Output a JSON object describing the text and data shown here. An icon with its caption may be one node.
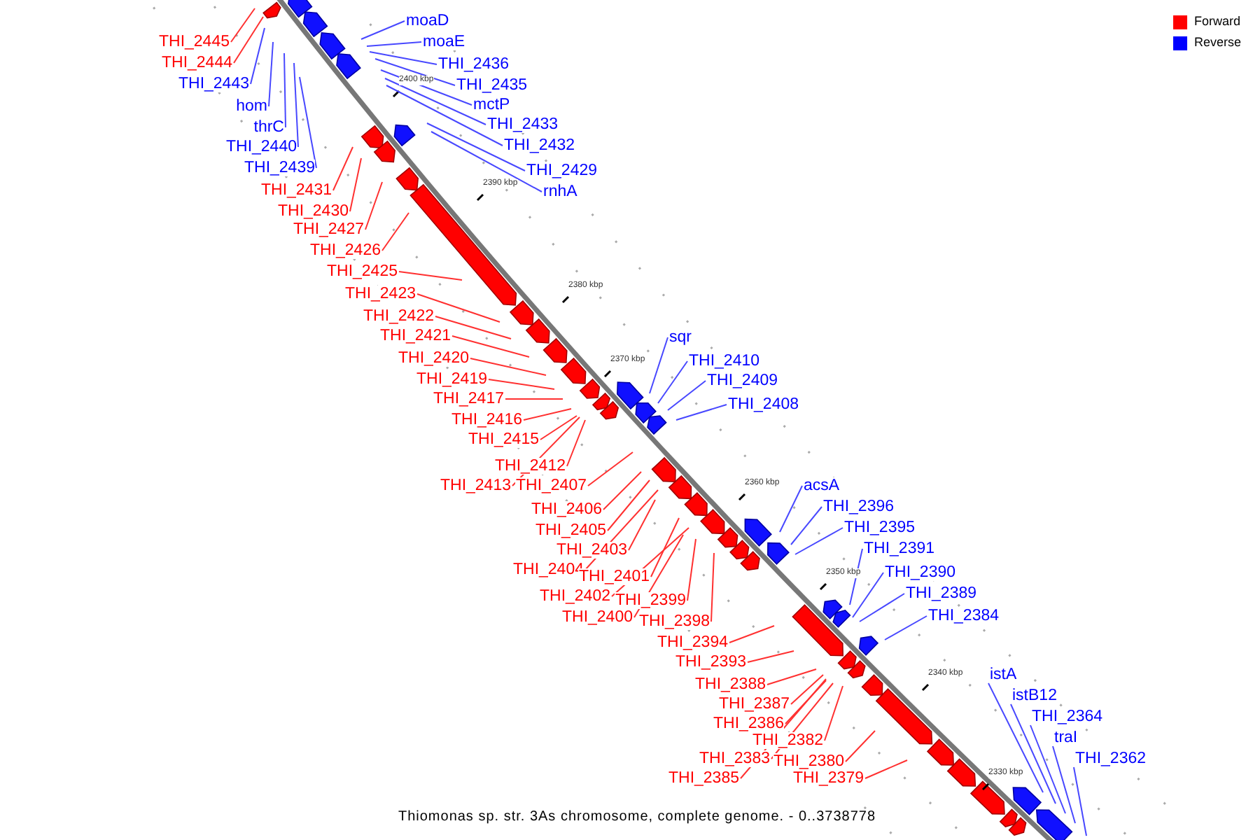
{
  "diagram": {
    "caption": "Thiomonas sp. str. 3As chromosome, complete genome. - 0..3738778",
    "nodes": [
      {
        "text": [
          "THI_2445"
        ]
      },
      {
        "text": [
          "THI_2444"
        ]
      },
      {
        "text": [
          "THI_2443"
        ]
      },
      {
        "text": [
          "hom"
        ]
      },
      {
        "text": [
          "thrC"
        ]
      },
      {
        "text": [
          "THI_2440"
        ]
      },
      {
        "text": [
          "THI_2439"
        ]
      },
      {
        "text": [
          "THI_2431"
        ]
      },
      {
        "text": [
          "THI_2430"
        ]
      },
      {
        "text": [
          "THI_2427"
        ]
      },
      {
        "text": [
          "THI_2426"
        ]
      },
      {
        "text": [
          "THI_2425"
        ]
      },
      {
        "text": [
          "THI_2423"
        ]
      },
      {
        "text": [
          "THI_2422"
        ]
      },
      {
        "text": [
          "THI_2421"
        ]
      },
      {
        "text": [
          "THI_2420"
        ]
      },
      {
        "text": [
          "THI_2419"
        ]
      },
      {
        "text": [
          "THI_2417"
        ]
      },
      {
        "text": [
          "THI_2416"
        ]
      },
      {
        "text": [
          "THI_2415"
        ]
      },
      {
        "text": [
          "THI_2412"
        ]
      },
      {
        "text": [
          "THI_2413"
        ]
      },
      {
        "text": [
          "THI_2407"
        ]
      },
      {
        "text": [
          "THI_2406"
        ]
      },
      {
        "text": [
          "THI_2405"
        ]
      },
      {
        "text": [
          "THI_2403"
        ]
      },
      {
        "text": [
          "THI_2404"
        ]
      },
      {
        "text": [
          "THI_2401"
        ]
      },
      {
        "text": [
          "THI_2402"
        ]
      },
      {
        "text": [
          "THI_2399"
        ]
      },
      {
        "text": [
          "THI_2400"
        ]
      },
      {
        "text": [
          "THI_2398"
        ]
      },
      {
        "text": [
          "THI_2394"
        ]
      },
      {
        "text": [
          "THI_2393"
        ]
      },
      {
        "text": [
          "THI_2388"
        ]
      },
      {
        "text": [
          "THI_2387"
        ]
      },
      {
        "text": [
          "THI_2386"
        ]
      },
      {
        "text": [
          "THI_2382"
        ]
      },
      {
        "text": [
          "THI_2383"
        ]
      },
      {
        "text": [
          "THI_2380"
        ]
      },
      {
        "text": [
          "THI_2385"
        ]
      },
      {
        "text": [
          "THI_2379"
        ]
      },
      {
        "text": [
          "moaD"
        ]
      },
      {
        "text": [
          "moaE"
        ]
      },
      {
        "text": [
          "THI_2436"
        ]
      },
      {
        "text": [
          "THI_2435"
        ]
      },
      {
        "text": [
          "mctP"
        ]
      },
      {
        "text": [
          "THI_2433"
        ]
      },
      {
        "text": [
          "THI_2432"
        ]
      },
      {
        "text": [
          "THI_2429"
        ]
      },
      {
        "text": [
          "rnhA"
        ]
      },
      {
        "text": [
          "sqr"
        ]
      },
      {
        "text": [
          "THI_2410"
        ]
      },
      {
        "text": [
          "THI_2409"
        ]
      },
      {
        "text": [
          "THI_2408"
        ]
      },
      {
        "text": [
          "acsA"
        ]
      },
      {
        "text": [
          "THI_2396"
        ]
      },
      {
        "text": [
          "THI_2395"
        ]
      },
      {
        "text": [
          "THI_2391"
        ]
      },
      {
        "text": [
          "THI_2390"
        ]
      },
      {
        "text": [
          "THI_2389"
        ]
      },
      {
        "text": [
          "THI_2384"
        ]
      },
      {
        "text": [
          "istA"
        ]
      },
      {
        "text": [
          "istB12"
        ]
      },
      {
        "text": [
          "THI_2364"
        ]
      },
      {
        "text": [
          "traI"
        ]
      },
      {
        "text": [
          "THI_2362"
        ]
      }
    ],
    "edges": [
      {
        "from": 0,
        "to": null,
        "arrow": "none"
      },
      {
        "from": 1,
        "to": null,
        "arrow": "none"
      },
      {
        "from": 2,
        "to": null,
        "arrow": "none",
        "color": "#4848ff"
      },
      {
        "from": 3,
        "to": null,
        "arrow": "none",
        "color": "#4848ff"
      },
      {
        "from": 4,
        "to": null,
        "arrow": "none",
        "color": "#4848ff"
      },
      {
        "from": 5,
        "to": null,
        "arrow": "none",
        "color": "#4848ff"
      },
      {
        "from": 6,
        "to": null,
        "arrow": "none",
        "color": "#4848ff"
      },
      {
        "from": 7,
        "to": null,
        "arrow": "none"
      },
      {
        "from": 8,
        "to": null,
        "arrow": "none"
      },
      {
        "from": 9,
        "to": null,
        "arrow": "none"
      },
      {
        "from": 10,
        "to": null,
        "arrow": "none"
      },
      {
        "from": 11,
        "to": null,
        "arrow": "none"
      },
      {
        "from": 12,
        "to": null,
        "arrow": "none"
      },
      {
        "from": 13,
        "to": null,
        "arrow": "none"
      },
      {
        "from": 14,
        "to": null,
        "arrow": "none"
      },
      {
        "from": 15,
        "to": null,
        "arrow": "none"
      },
      {
        "from": 16,
        "to": null,
        "arrow": "none"
      },
      {
        "from": 17,
        "to": null,
        "arrow": "none"
      },
      {
        "from": 18,
        "to": null,
        "arrow": "none"
      },
      {
        "from": 19,
        "to": null,
        "arrow": "none"
      },
      {
        "from": 20,
        "to": null,
        "arrow": "none"
      },
      {
        "from": 21,
        "to": null,
        "arrow": "none"
      },
      {
        "from": 22,
        "to": null,
        "arrow": "none"
      },
      {
        "from": 23,
        "to": null,
        "arrow": "none"
      },
      {
        "from": 24,
        "to": null,
        "arrow": "none"
      },
      {
        "from": 25,
        "to": null,
        "arrow": "none"
      },
      {
        "from": 26,
        "to": null,
        "arrow": "none"
      },
      {
        "from": 27,
        "to": null,
        "arrow": "none"
      },
      {
        "from": 28,
        "to": null,
        "arrow": "none"
      },
      {
        "from": 29,
        "to": null,
        "arrow": "none"
      },
      {
        "from": 30,
        "to": null,
        "arrow": "none"
      },
      {
        "from": 31,
        "to": null,
        "arrow": "none"
      },
      {
        "from": 32,
        "to": null,
        "arrow": "none"
      },
      {
        "from": 33,
        "to": null,
        "arrow": "none"
      },
      {
        "from": 34,
        "to": null,
        "arrow": "none"
      },
      {
        "from": 35,
        "to": null,
        "arrow": "none"
      },
      {
        "from": 36,
        "to": null,
        "arrow": "none"
      },
      {
        "from": 37,
        "to": null,
        "arrow": "none"
      },
      {
        "from": 38,
        "to": null,
        "arrow": "none"
      },
      {
        "from": 39,
        "to": null,
        "arrow": "none"
      },
      {
        "from": 40,
        "to": null,
        "arrow": "none"
      },
      {
        "from": 41,
        "to": null,
        "arrow": "none"
      },
      {
        "from": 42,
        "to": null,
        "arrow": "none",
        "color": "#4848ff"
      },
      {
        "from": 43,
        "to": null,
        "arrow": "none",
        "color": "#4848ff"
      },
      {
        "from": 44,
        "to": null,
        "arrow": "none",
        "color": "#4848ff"
      },
      {
        "from": 45,
        "to": null,
        "arrow": "none",
        "color": "#4848ff"
      },
      {
        "from": 46,
        "to": null,
        "arrow": "none",
        "color": "#4848ff"
      },
      {
        "from": 47,
        "to": null,
        "arrow": "none",
        "color": "#4848ff"
      },
      {
        "from": 48,
        "to": null,
        "arrow": "none",
        "color": "#4848ff"
      },
      {
        "from": 49,
        "to": null,
        "arrow": "none",
        "color": "#4848ff"
      },
      {
        "from": 50,
        "to": null,
        "arrow": "none",
        "color": "#4848ff"
      },
      {
        "from": 51,
        "to": null,
        "arrow": "none",
        "color": "#4848ff"
      },
      {
        "from": 52,
        "to": null,
        "arrow": "none",
        "color": "#4848ff"
      },
      {
        "from": 53,
        "to": null,
        "arrow": "none",
        "color": "#4848ff"
      },
      {
        "from": 54,
        "to": null,
        "arrow": "none",
        "color": "#4848ff"
      },
      {
        "from": 55,
        "to": null,
        "arrow": "none",
        "color": "#4848ff"
      },
      {
        "from": 56,
        "to": null,
        "arrow": "none",
        "color": "#4848ff"
      },
      {
        "from": 57,
        "to": null,
        "arrow": "none",
        "color": "#4848ff"
      },
      {
        "from": 58,
        "to": null,
        "arrow": "none",
        "color": "#4848ff"
      },
      {
        "from": 59,
        "to": null,
        "arrow": "none",
        "color": "#4848ff"
      },
      {
        "from": 60,
        "to": null,
        "arrow": "none",
        "color": "#4848ff"
      },
      {
        "from": 61,
        "to": null,
        "arrow": "none",
        "color": "#4848ff"
      },
      {
        "from": 62,
        "to": null,
        "arrow": "none",
        "color": "#4848ff"
      },
      {
        "from": 63,
        "to": null,
        "arrow": "none",
        "color": "#4848ff"
      },
      {
        "from": 64,
        "to": null,
        "arrow": "none",
        "color": "#4848ff"
      },
      {
        "from": 65,
        "to": null,
        "arrow": "none",
        "color": "#4848ff"
      },
      {
        "from": 66,
        "to": null,
        "arrow": "none",
        "color": "#4848ff"
      }
    ],
    "labels": [
      "2400 kbp",
      "2390 kbp",
      "2380 kbp",
      "2370 kbp",
      "2360 kbp",
      "2350 kbp",
      "2340 kbp",
      "2330 kbp"
    ],
    "legend": [
      {
        "text": "Forward",
        "color": "#ff0000"
      },
      {
        "text": "Reverse",
        "color": "#0000ff"
      }
    ]
  }
}
